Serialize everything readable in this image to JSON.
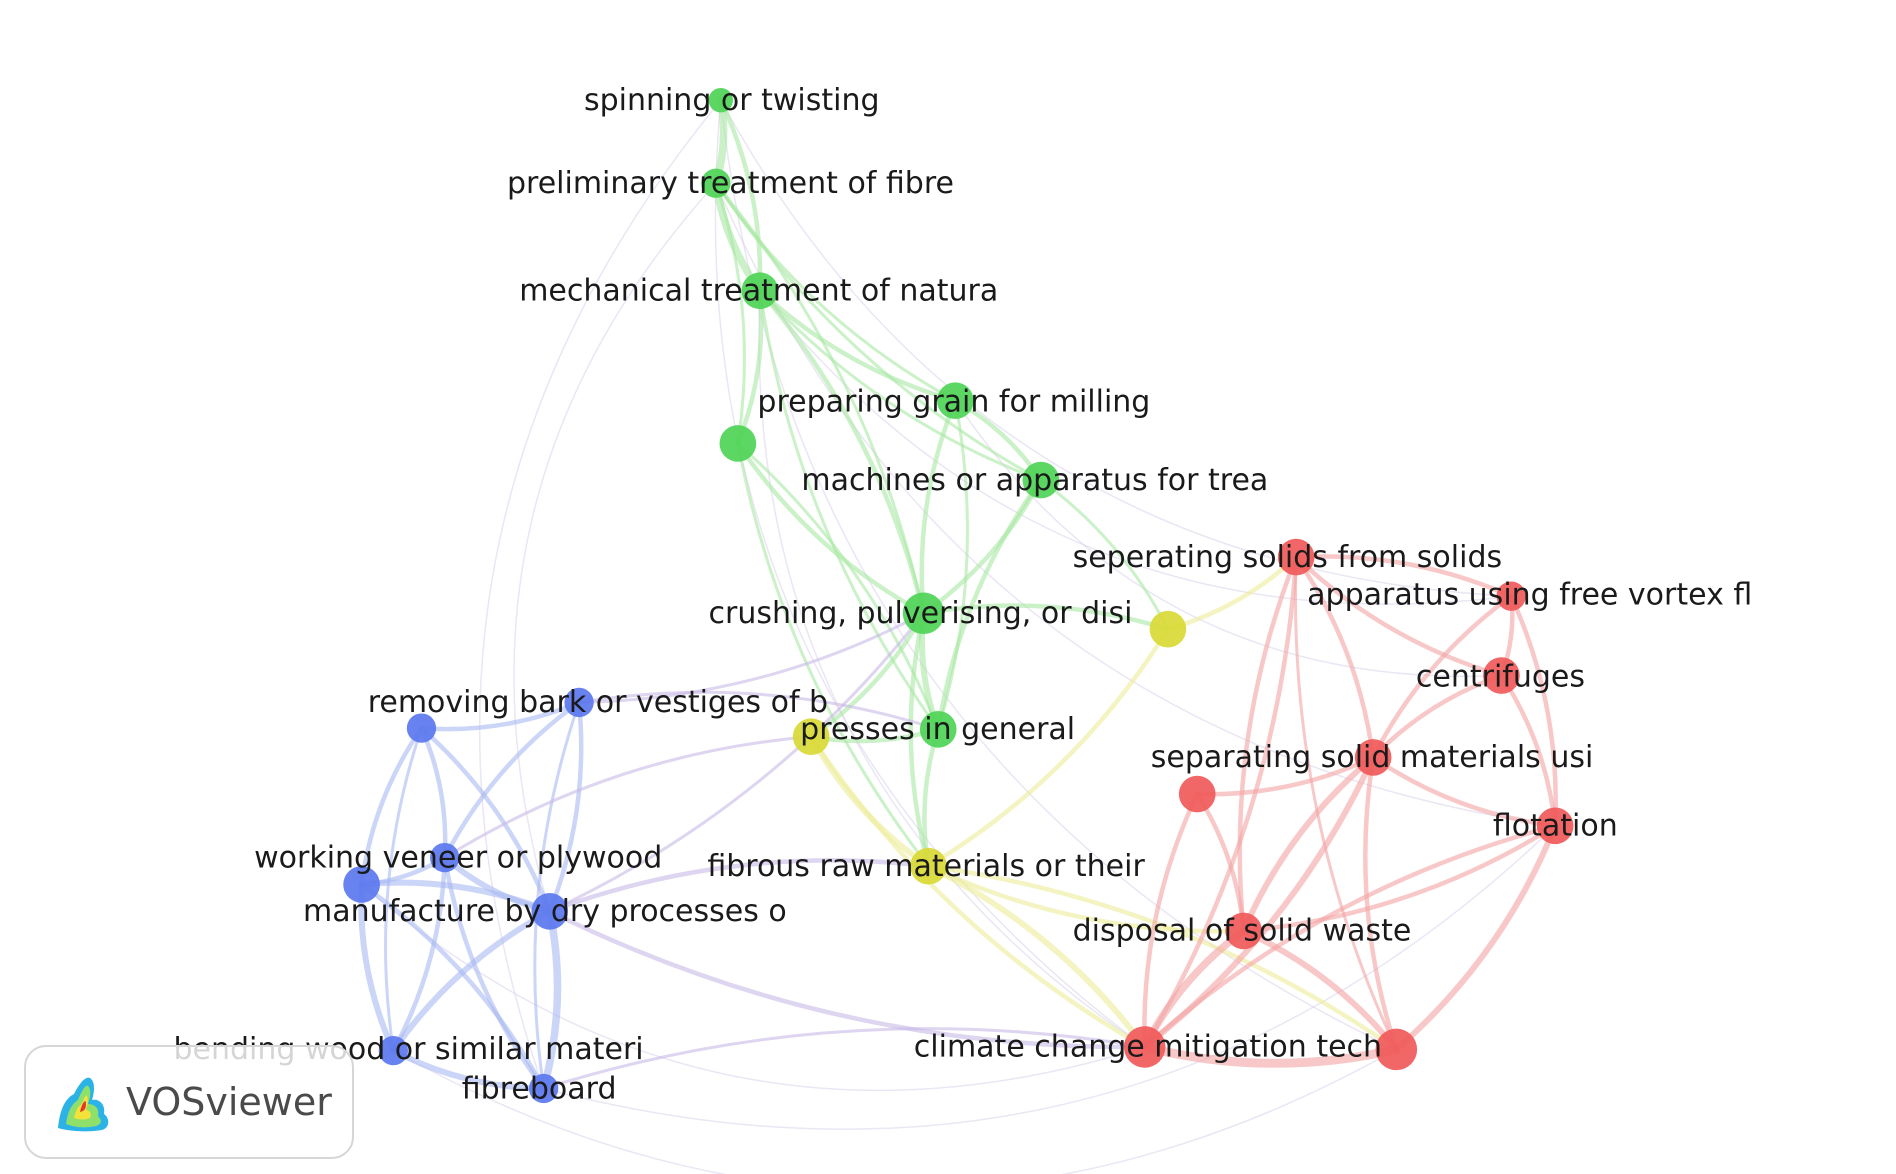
{
  "clusters": [
    {
      "id": "red",
      "color": "#f05a5a",
      "edge_color": "#f4a3a3"
    },
    {
      "id": "green",
      "color": "#4fd456",
      "edge_color": "#a8e8a4"
    },
    {
      "id": "blue",
      "color": "#5b77ee",
      "edge_color": "#a9b9f2"
    },
    {
      "id": "yellow",
      "color": "#d9d936",
      "edge_color": "#ecec9a"
    }
  ],
  "nodes": [
    {
      "id": "spinning",
      "label": "spinning or twisting",
      "cluster": "green",
      "weight": 1
    },
    {
      "id": "prelim",
      "label": "preliminary treatment of fibre",
      "cluster": "green",
      "weight": 2
    },
    {
      "id": "mechanical",
      "label": "mechanical treatment of natura",
      "cluster": "green",
      "weight": 3
    },
    {
      "id": "grain",
      "label": "preparing grain for milling",
      "cluster": "green",
      "weight": 3
    },
    {
      "id": "green_unlabeled",
      "label": "",
      "cluster": "green",
      "weight": 3
    },
    {
      "id": "machines",
      "label": "machines or apparatus for trea",
      "cluster": "green",
      "weight": 3
    },
    {
      "id": "crushing",
      "label": "crushing, pulverising, or disi",
      "cluster": "green",
      "weight": 4
    },
    {
      "id": "presses",
      "label": "presses in general",
      "cluster": "green",
      "weight": 3
    },
    {
      "id": "sep_solids",
      "label": "seperating solids from solids",
      "cluster": "red",
      "weight": 3
    },
    {
      "id": "vortex",
      "label": "apparatus using free vortex fl",
      "cluster": "red",
      "weight": 2
    },
    {
      "id": "centrifuges",
      "label": "centrifuges",
      "cluster": "red",
      "weight": 3
    },
    {
      "id": "sep_materials",
      "label": "separating solid materials usi",
      "cluster": "red",
      "weight": 3
    },
    {
      "id": "red_unlabeled",
      "label": "",
      "cluster": "red",
      "weight": 3
    },
    {
      "id": "flotation",
      "label": "flotation",
      "cluster": "red",
      "weight": 3
    },
    {
      "id": "disposal",
      "label": "disposal of solid waste",
      "cluster": "red",
      "weight": 3
    },
    {
      "id": "climate",
      "label": "climate change mitigation tech",
      "cluster": "red",
      "weight": 4
    },
    {
      "id": "red_unlabeled2",
      "label": "",
      "cluster": "red",
      "weight": 4
    },
    {
      "id": "yellow_unlabeled",
      "label": "",
      "cluster": "yellow",
      "weight": 3
    },
    {
      "id": "yellow_presses",
      "label": "",
      "cluster": "yellow",
      "weight": 3
    },
    {
      "id": "fibrous",
      "label": "fibrous raw materials or their",
      "cluster": "yellow",
      "weight": 3
    },
    {
      "id": "bark",
      "label": "removing bark or vestiges of b",
      "cluster": "blue",
      "weight": 2
    },
    {
      "id": "blue_unlabeled",
      "label": "",
      "cluster": "blue",
      "weight": 2
    },
    {
      "id": "veneer",
      "label": "working veneer or plywood",
      "cluster": "blue",
      "weight": 2
    },
    {
      "id": "blue_big",
      "label": "",
      "cluster": "blue",
      "weight": 3
    },
    {
      "id": "dry",
      "label": "manufacture by dry processes o",
      "cluster": "blue",
      "weight": 3
    },
    {
      "id": "bending",
      "label": "bending wood or similar materi",
      "cluster": "blue",
      "weight": 2
    },
    {
      "id": "fibreboard",
      "label": "fibreboard",
      "cluster": "blue",
      "weight": 2
    }
  ],
  "links": [
    [
      "spinning",
      "prelim",
      5
    ],
    [
      "prelim",
      "mechanical",
      5
    ],
    [
      "spinning",
      "mechanical",
      3
    ],
    [
      "mechanical",
      "grain",
      3
    ],
    [
      "mechanical",
      "green_unlabeled",
      3
    ],
    [
      "mechanical",
      "machines",
      2
    ],
    [
      "mechanical",
      "crushing",
      3
    ],
    [
      "mechanical",
      "presses",
      2
    ],
    [
      "prelim",
      "green_unlabeled",
      2
    ],
    [
      "prelim",
      "grain",
      2
    ],
    [
      "prelim",
      "crushing",
      2
    ],
    [
      "prelim",
      "machines",
      2
    ],
    [
      "grain",
      "machines",
      3
    ],
    [
      "grain",
      "crushing",
      3
    ],
    [
      "grain",
      "presses",
      2
    ],
    [
      "green_unlabeled",
      "crushing",
      3
    ],
    [
      "green_unlabeled",
      "presses",
      2
    ],
    [
      "green_unlabeled",
      "fibrous",
      2
    ],
    [
      "machines",
      "crushing",
      3
    ],
    [
      "machines",
      "presses",
      3
    ],
    [
      "machines",
      "yellow_unlabeled",
      2
    ],
    [
      "crushing",
      "presses",
      4
    ],
    [
      "crushing",
      "yellow_unlabeled",
      3
    ],
    [
      "crushing",
      "fibrous",
      3
    ],
    [
      "crushing",
      "yellow_presses",
      3
    ],
    [
      "presses",
      "fibrous",
      3
    ],
    [
      "presses",
      "yellow_presses",
      3
    ],
    [
      "yellow_presses",
      "fibrous",
      4
    ],
    [
      "yellow_unlabeled",
      "fibrous",
      3
    ],
    [
      "yellow_unlabeled",
      "sep_solids",
      3
    ],
    [
      "fibrous",
      "climate",
      4
    ],
    [
      "fibrous",
      "disposal",
      3
    ],
    [
      "fibrous",
      "red_unlabeled2",
      3
    ],
    [
      "yellow_presses",
      "climate",
      3
    ],
    [
      "sep_solids",
      "vortex",
      3
    ],
    [
      "sep_solids",
      "centrifuges",
      3
    ],
    [
      "sep_solids",
      "sep_materials",
      3
    ],
    [
      "sep_solids",
      "disposal",
      3
    ],
    [
      "sep_solids",
      "climate",
      3
    ],
    [
      "sep_solids",
      "red_unlabeled2",
      2
    ],
    [
      "vortex",
      "centrifuges",
      3
    ],
    [
      "vortex",
      "sep_materials",
      3
    ],
    [
      "vortex",
      "flotation",
      3
    ],
    [
      "centrifuges",
      "sep_materials",
      3
    ],
    [
      "centrifuges",
      "flotation",
      3
    ],
    [
      "sep_materials",
      "flotation",
      3
    ],
    [
      "sep_materials",
      "red_unlabeled",
      3
    ],
    [
      "sep_materials",
      "disposal",
      4
    ],
    [
      "sep_materials",
      "climate",
      4
    ],
    [
      "sep_materials",
      "red_unlabeled2",
      3
    ],
    [
      "red_unlabeled",
      "disposal",
      3
    ],
    [
      "red_unlabeled",
      "climate",
      3
    ],
    [
      "flotation",
      "disposal",
      3
    ],
    [
      "flotation",
      "climate",
      3
    ],
    [
      "flotation",
      "red_unlabeled2",
      4
    ],
    [
      "disposal",
      "climate",
      5
    ],
    [
      "disposal",
      "red_unlabeled2",
      4
    ],
    [
      "climate",
      "red_unlabeled2",
      6
    ],
    [
      "bark",
      "blue_unlabeled",
      3
    ],
    [
      "bark",
      "veneer",
      3
    ],
    [
      "bark",
      "dry",
      3
    ],
    [
      "bark",
      "fibreboard",
      2
    ],
    [
      "blue_unlabeled",
      "veneer",
      3
    ],
    [
      "blue_unlabeled",
      "blue_big",
      3
    ],
    [
      "blue_unlabeled",
      "dry",
      3
    ],
    [
      "blue_unlabeled",
      "bending",
      2
    ],
    [
      "veneer",
      "blue_big",
      3
    ],
    [
      "veneer",
      "dry",
      4
    ],
    [
      "veneer",
      "bending",
      3
    ],
    [
      "veneer",
      "fibreboard",
      3
    ],
    [
      "blue_big",
      "dry",
      4
    ],
    [
      "blue_big",
      "bending",
      4
    ],
    [
      "blue_big",
      "fibreboard",
      3
    ],
    [
      "dry",
      "bending",
      4
    ],
    [
      "dry",
      "fibreboard",
      5
    ],
    [
      "bending",
      "fibreboard",
      4
    ],
    [
      "dry",
      "fibrous",
      3
    ],
    [
      "dry",
      "climate",
      3
    ],
    [
      "fibreboard",
      "climate",
      2
    ],
    [
      "bark",
      "crushing",
      2
    ],
    [
      "bark",
      "presses",
      2
    ],
    [
      "dry",
      "crushing",
      2
    ],
    [
      "veneer",
      "yellow_presses",
      2
    ]
  ],
  "brand": {
    "name": "VOSviewer"
  }
}
